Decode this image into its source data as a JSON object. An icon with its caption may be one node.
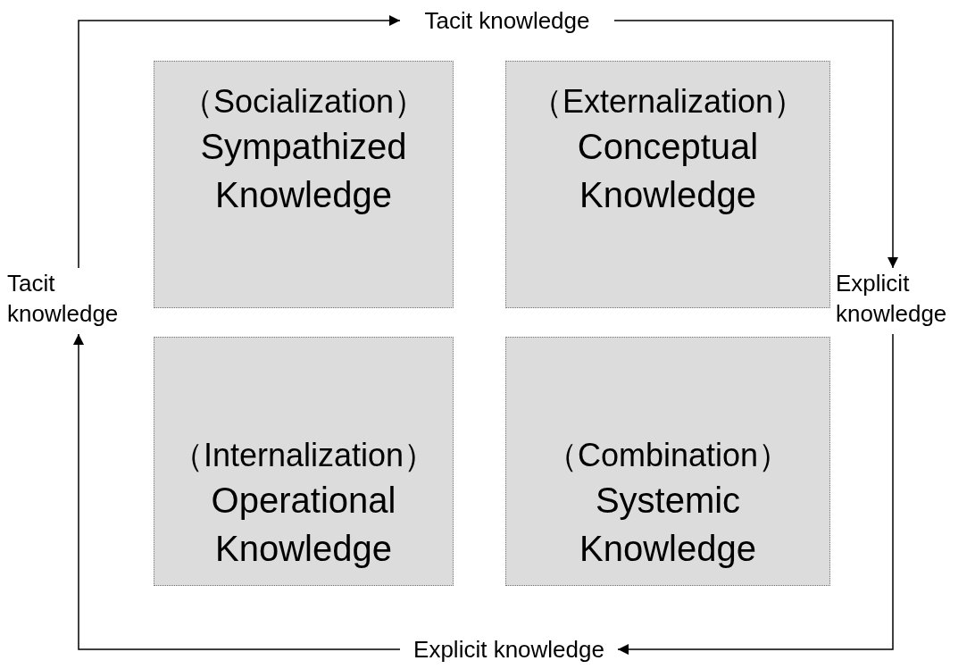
{
  "diagram": {
    "nodes": [
      {
        "text": [
          "Tacit knowledge"
        ]
      },
      {
        "text": [
          "（Socialization）",
          "Sympathized Knowledge"
        ]
      },
      {
        "text": [
          "（Externalization）",
          "Conceptual Knowledge"
        ]
      },
      {
        "text": [
          "Tacit knowledge"
        ]
      },
      {
        "text": [
          "Explicit knowledge"
        ]
      },
      {
        "text": [
          "（Internalization）",
          "Operational Knowledge"
        ]
      },
      {
        "text": [
          "（Combination）",
          "Systemic Knowledge"
        ]
      },
      {
        "text": [
          "Explicit knowledge"
        ]
      }
    ],
    "edges": [
      {
        "from": 3,
        "to": 0,
        "arrow": "to"
      },
      {
        "from": 0,
        "to": 4,
        "arrow": "to"
      },
      {
        "from": 4,
        "to": 7,
        "arrow": "to"
      },
      {
        "from": 7,
        "to": 3,
        "arrow": "to"
      }
    ]
  }
}
